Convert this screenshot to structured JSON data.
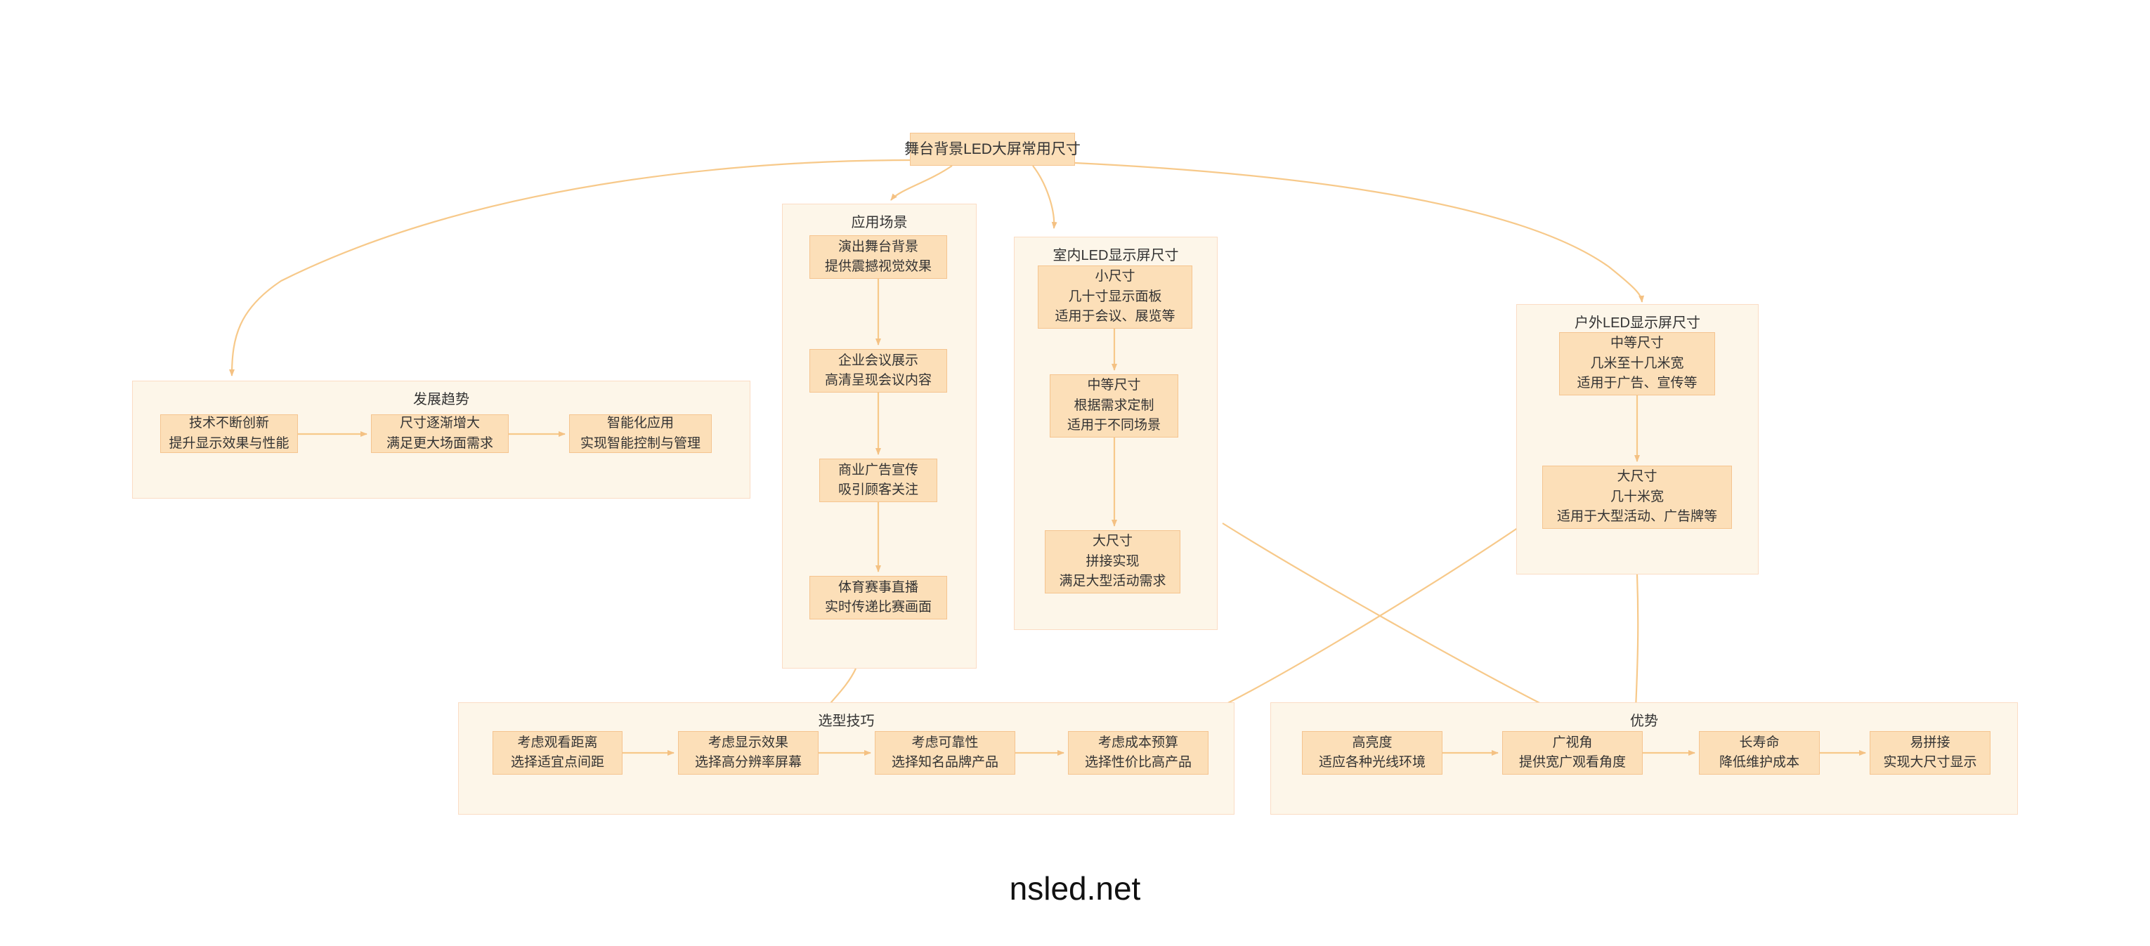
{
  "diagram": {
    "title": "舞台背景LED大屏常用尺寸",
    "footer": "nsled.net",
    "colors": {
      "node_fill": "#fcdfb8",
      "node_border": "#f5c48f",
      "cluster_fill": "#fdf6e9",
      "cluster_border": "#fbdcc4",
      "edge": "#f7c98a",
      "text": "#333333",
      "background": "#ffffff"
    },
    "root": {
      "label": "舞台背景LED大屏常用尺寸",
      "lines": [
        "舞台背景LED大屏常用尺寸"
      ]
    },
    "clusters": [
      {
        "id": "trends",
        "title": "发展趋势",
        "nodes": [
          {
            "id": "trend-1",
            "lines": [
              "技术不断创新",
              "提升显示效果与性能"
            ]
          },
          {
            "id": "trend-2",
            "lines": [
              "尺寸逐渐增大",
              "满足更大场面需求"
            ]
          },
          {
            "id": "trend-3",
            "lines": [
              "智能化应用",
              "实现智能控制与管理"
            ]
          }
        ]
      },
      {
        "id": "scenarios",
        "title": "应用场景",
        "nodes": [
          {
            "id": "scene-1",
            "lines": [
              "演出舞台背景",
              "提供震撼视觉效果"
            ]
          },
          {
            "id": "scene-2",
            "lines": [
              "企业会议展示",
              "高清呈现会议内容"
            ]
          },
          {
            "id": "scene-3",
            "lines": [
              "商业广告宣传",
              "吸引顾客关注"
            ]
          },
          {
            "id": "scene-4",
            "lines": [
              "体育赛事直播",
              "实时传递比赛画面"
            ]
          }
        ]
      },
      {
        "id": "indoor",
        "title": "室内LED显示屏尺寸",
        "nodes": [
          {
            "id": "indoor-1",
            "lines": [
              "小尺寸",
              "几十寸显示面板",
              "适用于会议、展览等"
            ]
          },
          {
            "id": "indoor-2",
            "lines": [
              "中等尺寸",
              "根据需求定制",
              "适用于不同场景"
            ]
          },
          {
            "id": "indoor-3",
            "lines": [
              "大尺寸",
              "拼接实现",
              "满足大型活动需求"
            ]
          }
        ]
      },
      {
        "id": "outdoor",
        "title": "户外LED显示屏尺寸",
        "nodes": [
          {
            "id": "outdoor-1",
            "lines": [
              "中等尺寸",
              "几米至十几米宽",
              "适用于广告、宣传等"
            ]
          },
          {
            "id": "outdoor-2",
            "lines": [
              "大尺寸",
              "几十米宽",
              "适用于大型活动、广告牌等"
            ]
          }
        ]
      },
      {
        "id": "selection",
        "title": "选型技巧",
        "nodes": [
          {
            "id": "sel-1",
            "lines": [
              "考虑观看距离",
              "选择适宜点间距"
            ]
          },
          {
            "id": "sel-2",
            "lines": [
              "考虑显示效果",
              "选择高分辨率屏幕"
            ]
          },
          {
            "id": "sel-3",
            "lines": [
              "考虑可靠性",
              "选择知名品牌产品"
            ]
          },
          {
            "id": "sel-4",
            "lines": [
              "考虑成本预算",
              "选择性价比高产品"
            ]
          }
        ]
      },
      {
        "id": "advantages",
        "title": "优势",
        "nodes": [
          {
            "id": "adv-1",
            "lines": [
              "高亮度",
              "适应各种光线环境"
            ]
          },
          {
            "id": "adv-2",
            "lines": [
              "广视角",
              "提供宽广观看角度"
            ]
          },
          {
            "id": "adv-3",
            "lines": [
              "长寿命",
              "降低维护成本"
            ]
          },
          {
            "id": "adv-4",
            "lines": [
              "易拼接",
              "实现大尺寸显示"
            ]
          }
        ]
      }
    ]
  }
}
